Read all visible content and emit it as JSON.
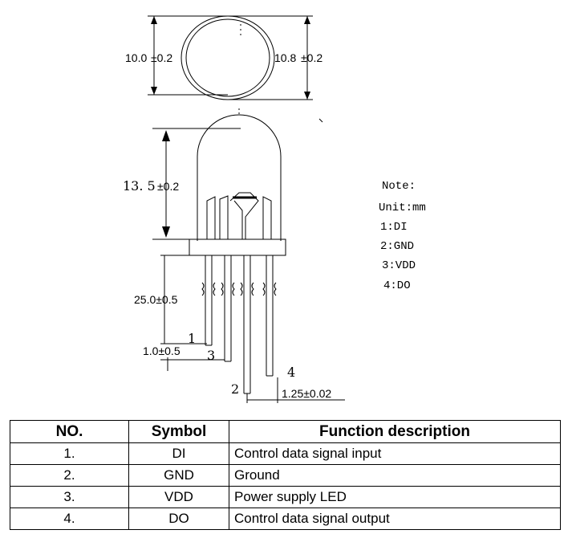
{
  "drawing": {
    "dim_width_left": "10.0",
    "dim_width_left_tol": "±0.2",
    "dim_width_right": "10.8",
    "dim_width_right_tol": "±0.2",
    "dim_height": "13. 5",
    "dim_height_tol": "±0.2",
    "dim_lead_length": "25.0±0.5",
    "dim_lead_offset": "1.0±0.5",
    "dim_pitch": "1.25±0.02",
    "pin_labels": [
      "1",
      "2",
      "3",
      "4"
    ]
  },
  "note": {
    "title": "Note:",
    "unit": "Unit:mm",
    "lines": [
      "1:DI",
      "2:GND",
      "3:VDD",
      "4:DO"
    ]
  },
  "table": {
    "headers": [
      "NO.",
      "Symbol",
      "Function description"
    ],
    "rows": [
      [
        "1.",
        "DI",
        "Control data signal input"
      ],
      [
        "2.",
        "GND",
        "Ground"
      ],
      [
        "3.",
        "VDD",
        "Power supply LED"
      ],
      [
        "4.",
        "DO",
        "Control data signal output"
      ]
    ]
  }
}
